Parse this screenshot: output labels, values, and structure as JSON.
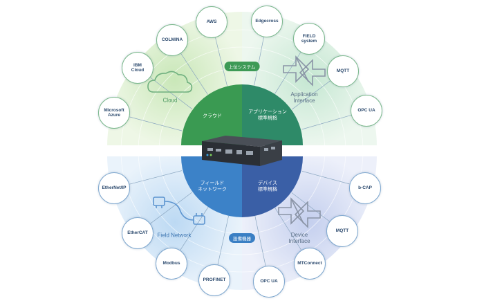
{
  "top_band": "上位システム",
  "bottom_band": "設備機器",
  "quadrants": {
    "top_left": "クラウド",
    "top_right": "アプリケーション\n標準規格",
    "bottom_left": "フィールド\nネットワーク",
    "bottom_right": "デバイス\n標準規格"
  },
  "illustrations": {
    "cloud": "Cloud",
    "application_interface": "Application\nInterface",
    "field_network": "Field Network",
    "device_interface": "Device\nInterface"
  },
  "nodes_top_left": [
    "Microsoft\nAzure",
    "IBM\nCloud",
    "COLMINA",
    "AWS"
  ],
  "nodes_top_right": [
    "Edgecross",
    "FIELD\nsystem",
    "MQTT",
    "OPC UA"
  ],
  "nodes_bottom_left": [
    "EtherNet/IP",
    "EtherCAT",
    "Modbus",
    "PROFINET"
  ],
  "nodes_bottom_right": [
    "OPC UA",
    "MTConnect",
    "MQTT",
    "b-CAP"
  ],
  "colors": {
    "green_quadrant": "#3a9a52",
    "teal_quadrant": "#2e8a68",
    "blue_quadrant": "#3c82c8",
    "navy_quadrant": "#3a5fa6"
  }
}
